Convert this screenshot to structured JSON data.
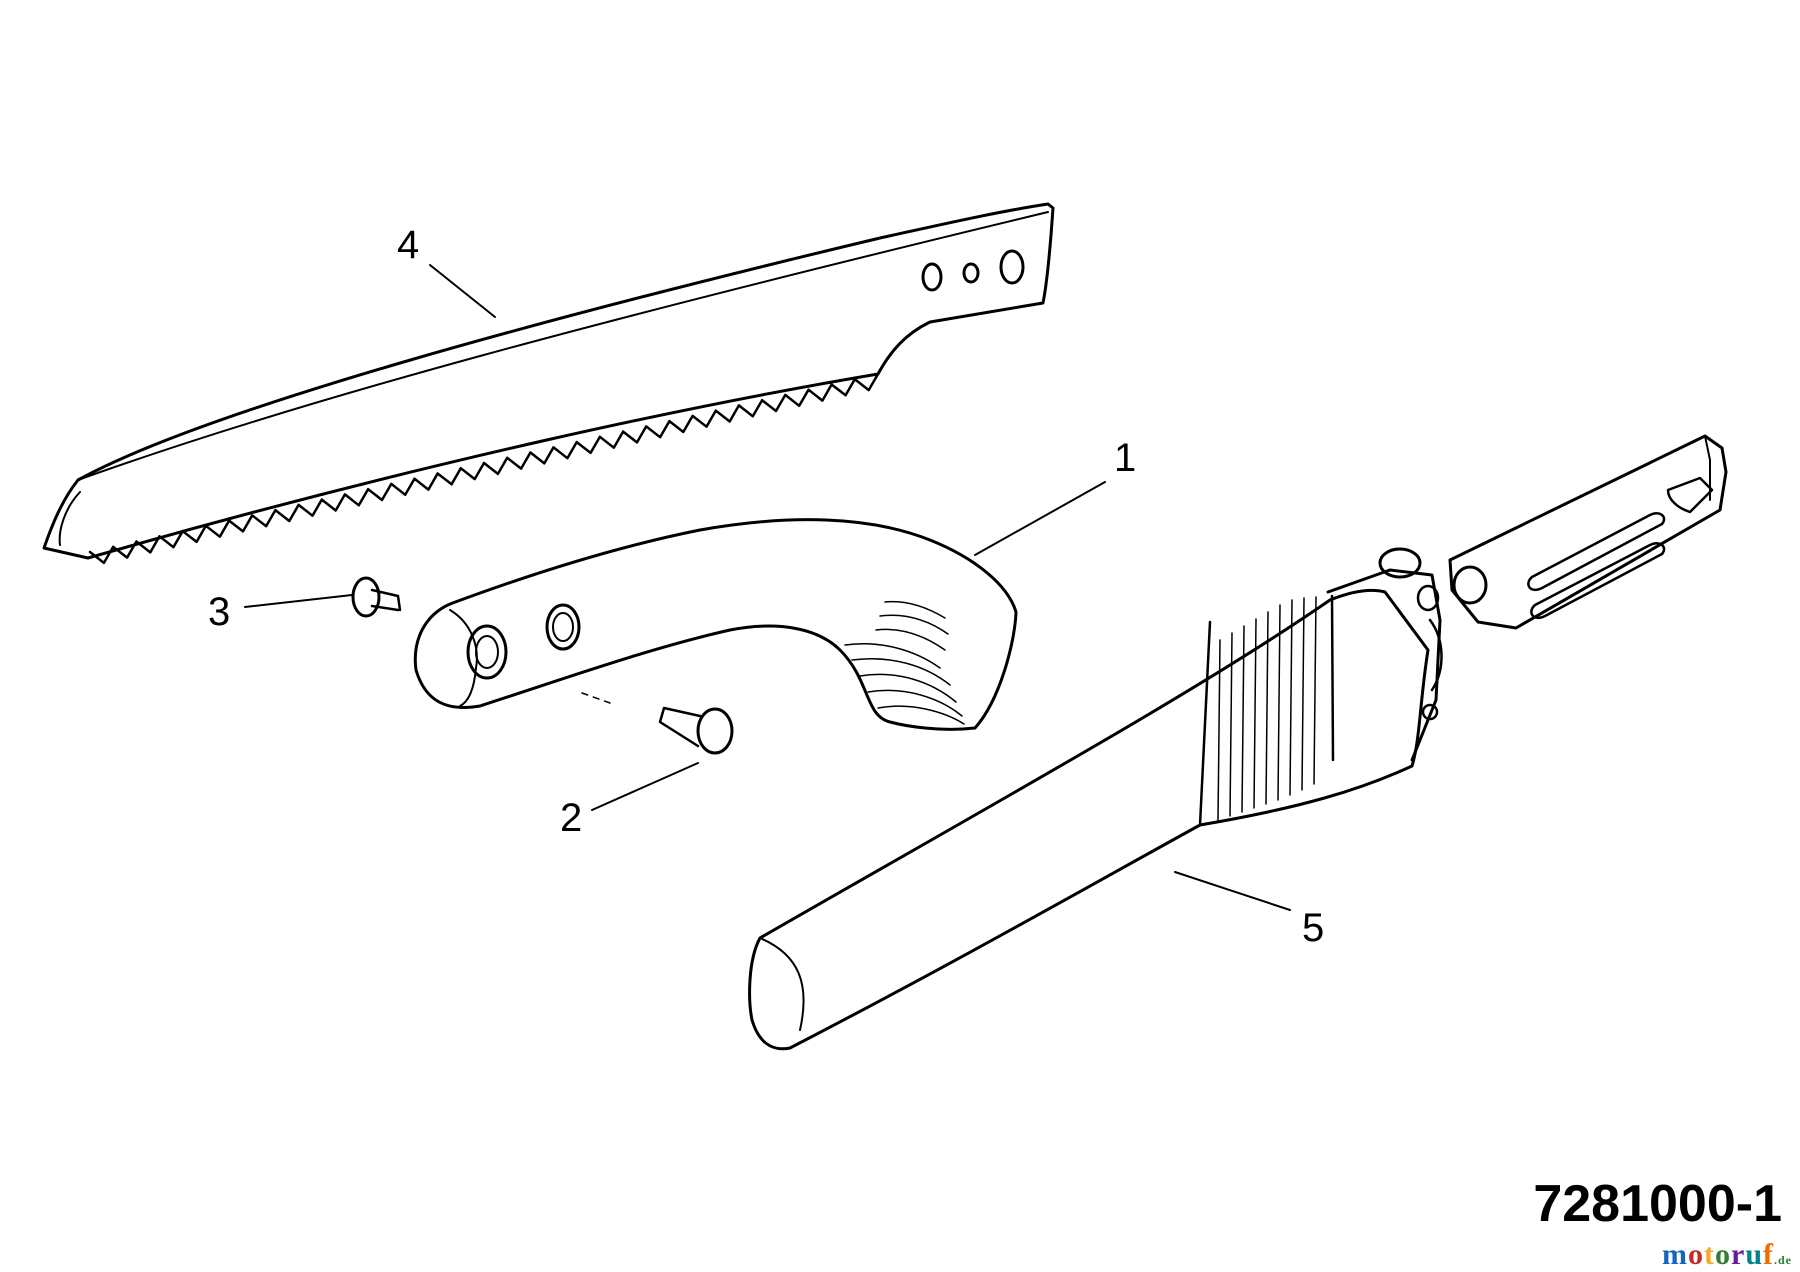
{
  "callouts": {
    "c1": "1",
    "c2": "2",
    "c3": "3",
    "c4": "4",
    "c5": "5"
  },
  "drawing_number": "7281000-1",
  "watermark": {
    "text": "motoruf",
    "domain": ".de",
    "colors": [
      "#1565c0",
      "#c62828",
      "#f9a825",
      "#2e7d32",
      "#6a1b9a",
      "#00838f",
      "#ef6c00"
    ]
  }
}
